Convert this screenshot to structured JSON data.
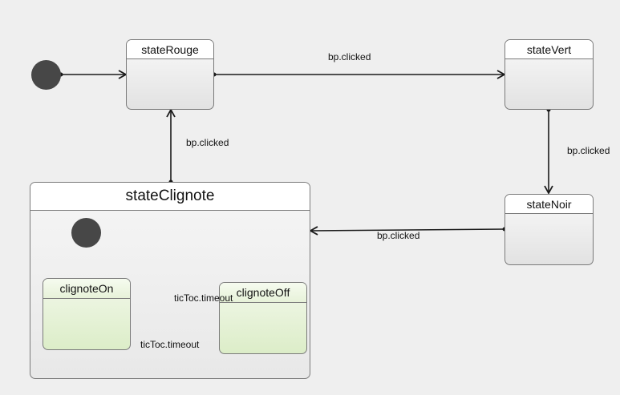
{
  "states": {
    "rouge": "stateRouge",
    "vert": "stateVert",
    "noir": "stateNoir",
    "clignote": "stateClignote",
    "clignote_on": "clignoteOn",
    "clignote_off": "clignoteOff"
  },
  "transitions": {
    "rouge_to_vert": "bp.clicked",
    "vert_to_noir": "bp.clicked",
    "noir_to_clignote": "bp.clicked",
    "clignote_to_rouge": "bp.clicked",
    "on_to_off": "ticToc.timeout",
    "off_to_on": "ticToc.timeout"
  },
  "colors": {
    "background": "#efefef",
    "initial_node": "#474747",
    "substate_fill": "#dcedc8",
    "edge": "#1a1a1a"
  }
}
